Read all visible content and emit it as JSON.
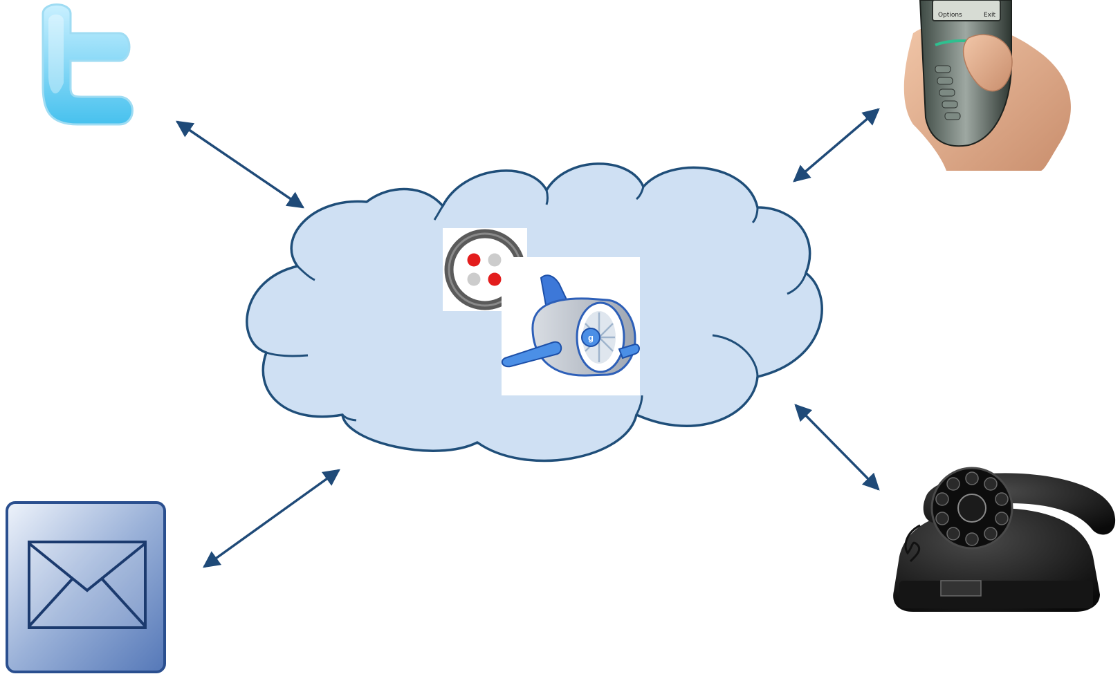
{
  "diagram": {
    "background": "#ffffff",
    "center": {
      "shape": "cloud",
      "fill": "#cfe0f3",
      "stroke": "#1f4e79",
      "logos": [
        "twilio-logo",
        "google-app-engine-logo"
      ]
    },
    "arrow_color": "#1f4a78",
    "nodes": [
      {
        "name": "twitter",
        "icon": "twitter-bird-t-icon",
        "arrow": "bidirectional"
      },
      {
        "name": "mobile-phone",
        "icon": "mobile-phone-in-hand-icon",
        "arrow": "bidirectional"
      },
      {
        "name": "email",
        "icon": "envelope-icon",
        "arrow": "bidirectional"
      },
      {
        "name": "landline-phone",
        "icon": "rotary-telephone-icon",
        "arrow": "bidirectional"
      }
    ],
    "phone_screen": {
      "left_softkey": "Options",
      "right_softkey": "Exit"
    }
  }
}
